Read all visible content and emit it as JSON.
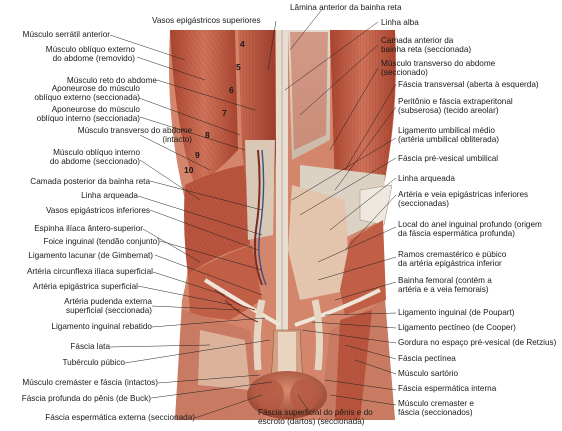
{
  "labels": {
    "vasos_epigastricos_superiores": "Vasos epigástricos superiores",
    "lamina_anterior_bainha_reta": "Lâmina anterior da bainha reta",
    "linha_alba": "Linha alba",
    "musculo_serratil_anterior": "Músculo serrátil anterior",
    "musculo_obliquo_externo": [
      "Músculo oblíquo externo",
      "do abdome (removido)"
    ],
    "camada_anterior_bainha_reta": [
      "Camada anterior da",
      "bainha reta (seccionada)"
    ],
    "musculo_transverso_seccionado": [
      "Músculo transverso do abdome",
      "(seccionado)"
    ],
    "musculo_reto": "Músculo reto do abdome",
    "aponeurose_obliquo_externo": [
      "Aponeurose do músculo",
      "oblíquo externo (seccionada)"
    ],
    "aponeurose_obliquo_interno": [
      "Aponeurose do músculo",
      "oblíquo interno (seccionada)"
    ],
    "musculo_transverso_intacto": [
      "Músculo transverso do abdome",
      "(intacto)"
    ],
    "musculo_obliquo_interno": [
      "Músculo oblíquo interno",
      "do abdome (seccionado)"
    ],
    "fascia_transversal": "Fáscia transversal (aberta à esquerda)",
    "peritonio": [
      "Peritônio e fáscia extraperitonal",
      "(subserosa) (tecido areolar)"
    ],
    "ligamento_umbilical_medio": [
      "Ligamento umbilical médio",
      "(artéria umbilical obliterada)"
    ],
    "fascia_pre_vesical": "Fáscia pré-vesical umbilical",
    "camada_posterior": "Camada posterior da bainha reta",
    "linha_arqueada_left": "Linha arqueada",
    "linha_arqueada_right": "Linha arqueada",
    "arteria_veia_epigastricas": [
      "Artéria e veia epigástricas inferiores",
      "(seccionadas)"
    ],
    "vasos_epigastricos_inferiores": "Vasos epigástricos inferiores",
    "espinha_iliaca": "Espinha ilíaca ântero-superior",
    "foice_inguinal": "Foice inguinal (tendão conjunto)",
    "anel_inguinal": [
      "Local do anel inguinal profundo (origem",
      "da fáscia espermática profunda)"
    ],
    "ligamento_lacunar": "Ligamento lacunar (de Gimbernat)",
    "arteria_circunflexa": "Artéria circunflexa ilíaca superficial",
    "ramos_cremasterico": [
      "Ramos cremastérico e púbico",
      "da artéria epigástrica inferior"
    ],
    "arteria_epigastrica_superficial": "Artéria epigástrica superficial",
    "bainha_femoral": [
      "Bainha femoral (contém a",
      "artéria e a veia femorais)"
    ],
    "arteria_pudenda": [
      "Artéria pudenda externa",
      "superficial (seccionada)"
    ],
    "ligamento_inguinal": "Ligamento inguinal (de Poupart)",
    "ligamento_rebatido": "Ligamento inguinal rebatido",
    "ligamento_pectineo": "Ligamento pectíneo (de Cooper)",
    "gordura": "Gordura no espaço pré-vesical (de Retzius)",
    "fascia_lata": "Fáscia lata",
    "fascia_pectinea": "Fáscia pectínea",
    "tuberculo_pubico": "Tubérculo púbico",
    "musculo_sartorio": "Músculo sartório",
    "musculo_cremaster_intactos": "Músculo cremáster e fáscia (intactos)",
    "fascia_espermatica_interna": "Fáscia espermática interna",
    "fascia_profunda_penis": "Fáscia profunda do pênis (de Buck)",
    "musculo_cremaster_seccionados": [
      "Músculo cremaster e",
      "fáscia (seccionados)"
    ],
    "fascia_espermatica_externa": "Fáscia espermática externa (seccionada)",
    "fascia_superficial_penis": [
      "Fáscia superficial do pênis e do",
      "escroto (dartos) (seccionada)"
    ]
  },
  "rib_numbers": [
    "4",
    "5",
    "6",
    "7",
    "8",
    "9",
    "10"
  ],
  "colors": {
    "muscle": "#c4604a",
    "muscle_dark": "#8e3a2a",
    "muscle_light": "#dc8f77",
    "fascia": "#d9cfc2",
    "skin": "#e7b59c",
    "line": "#222222"
  }
}
